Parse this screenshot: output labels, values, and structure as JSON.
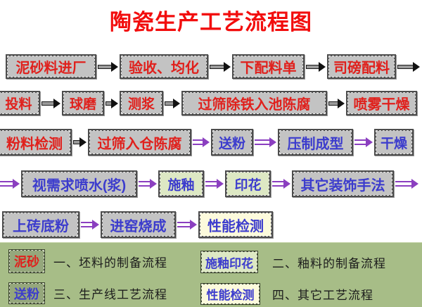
{
  "title": "陶瓷生产工艺流程图",
  "colors": {
    "title_red": "#f20d0d",
    "text_red": "#e0201c",
    "text_blue": "#3c3ccd",
    "box_gray": "#c3c3c3",
    "box_green": "#dde8c4",
    "box_yellow": "#fcfadc",
    "legend_bg": "#a7bd87",
    "legend_box": "#95a77c",
    "arrow_black": "#111111",
    "arrow_purple": "#8b3fc0"
  },
  "flow": {
    "rows": [
      {
        "items": [
          {
            "type": "box",
            "label": "泥砂料进厂",
            "text": "red",
            "fill": "gray"
          },
          {
            "type": "arrow",
            "style": "black"
          },
          {
            "type": "box",
            "label": "验收、均化",
            "text": "red",
            "fill": "gray"
          },
          {
            "type": "arrow",
            "style": "black"
          },
          {
            "type": "box",
            "label": "下配料单",
            "text": "red",
            "fill": "gray"
          },
          {
            "type": "arrow",
            "style": "black"
          },
          {
            "type": "box",
            "label": "司磅配料",
            "text": "red",
            "fill": "gray"
          },
          {
            "type": "arrow",
            "style": "black"
          }
        ]
      },
      {
        "items": [
          {
            "type": "box",
            "label": "投料",
            "text": "red",
            "fill": "gray"
          },
          {
            "type": "arrow",
            "style": "black"
          },
          {
            "type": "box",
            "label": "球磨",
            "text": "red",
            "fill": "gray"
          },
          {
            "type": "arrow",
            "style": "black"
          },
          {
            "type": "box",
            "label": "测浆",
            "text": "red",
            "fill": "gray"
          },
          {
            "type": "arrow",
            "style": "black"
          },
          {
            "type": "box",
            "label": "过筛除铁入池陈腐",
            "text": "red",
            "fill": "gray"
          },
          {
            "type": "arrow",
            "style": "black"
          },
          {
            "type": "box",
            "label": "喷雾干燥",
            "text": "red",
            "fill": "gray"
          }
        ]
      },
      {
        "items": [
          {
            "type": "box",
            "label": "粉料检测",
            "text": "red",
            "fill": "gray"
          },
          {
            "type": "arrow",
            "style": "black"
          },
          {
            "type": "box",
            "label": "过筛入仓陈腐",
            "text": "red",
            "fill": "gray"
          },
          {
            "type": "arrow",
            "style": "purple"
          },
          {
            "type": "box",
            "label": "送粉",
            "text": "blue",
            "fill": "gray"
          },
          {
            "type": "arrow",
            "style": "purple"
          },
          {
            "type": "box",
            "label": "压制成型",
            "text": "blue",
            "fill": "gray"
          },
          {
            "type": "arrow",
            "style": "purple"
          },
          {
            "type": "box",
            "label": "干燥",
            "text": "blue",
            "fill": "gray"
          }
        ]
      },
      {
        "items": [
          {
            "type": "arrow",
            "style": "purple"
          },
          {
            "type": "box",
            "label": "视需求喷水(浆)",
            "text": "blue",
            "fill": "gray"
          },
          {
            "type": "arrow",
            "style": "purple"
          },
          {
            "type": "box",
            "label": "施釉",
            "text": "blue",
            "fill": "green"
          },
          {
            "type": "arrow",
            "style": "purple"
          },
          {
            "type": "box",
            "label": "印花",
            "text": "blue",
            "fill": "green"
          },
          {
            "type": "arrow",
            "style": "purple"
          },
          {
            "type": "box",
            "label": "其它装饰手法",
            "text": "blue",
            "fill": "gray"
          },
          {
            "type": "arrow",
            "style": "purple"
          }
        ]
      },
      {
        "items": [
          {
            "type": "box",
            "label": "上砖底粉",
            "text": "blue",
            "fill": "gray"
          },
          {
            "type": "arrow",
            "style": "purple"
          },
          {
            "type": "box",
            "label": "进窑烧成",
            "text": "blue",
            "fill": "gray"
          },
          {
            "type": "arrow",
            "style": "purple"
          },
          {
            "type": "box",
            "label": "性能检测",
            "text": "blue",
            "fill": "yellow"
          }
        ]
      }
    ]
  },
  "legend": {
    "items": [
      {
        "swatch": "泥砂",
        "swatch_text": "red",
        "swatch_fill": "legendgray",
        "text": "一、坯料的制备流程"
      },
      {
        "swatch": "施釉印花",
        "swatch_text": "blue",
        "swatch_fill": "green",
        "text": "二、釉料的制备流程"
      },
      {
        "swatch": "送粉",
        "swatch_text": "blue",
        "swatch_fill": "legendgray",
        "text": "三、生产线工艺流程"
      },
      {
        "swatch": "性能检测",
        "swatch_text": "blue",
        "swatch_fill": "yellow",
        "text": "四、其它工艺流程"
      }
    ]
  }
}
